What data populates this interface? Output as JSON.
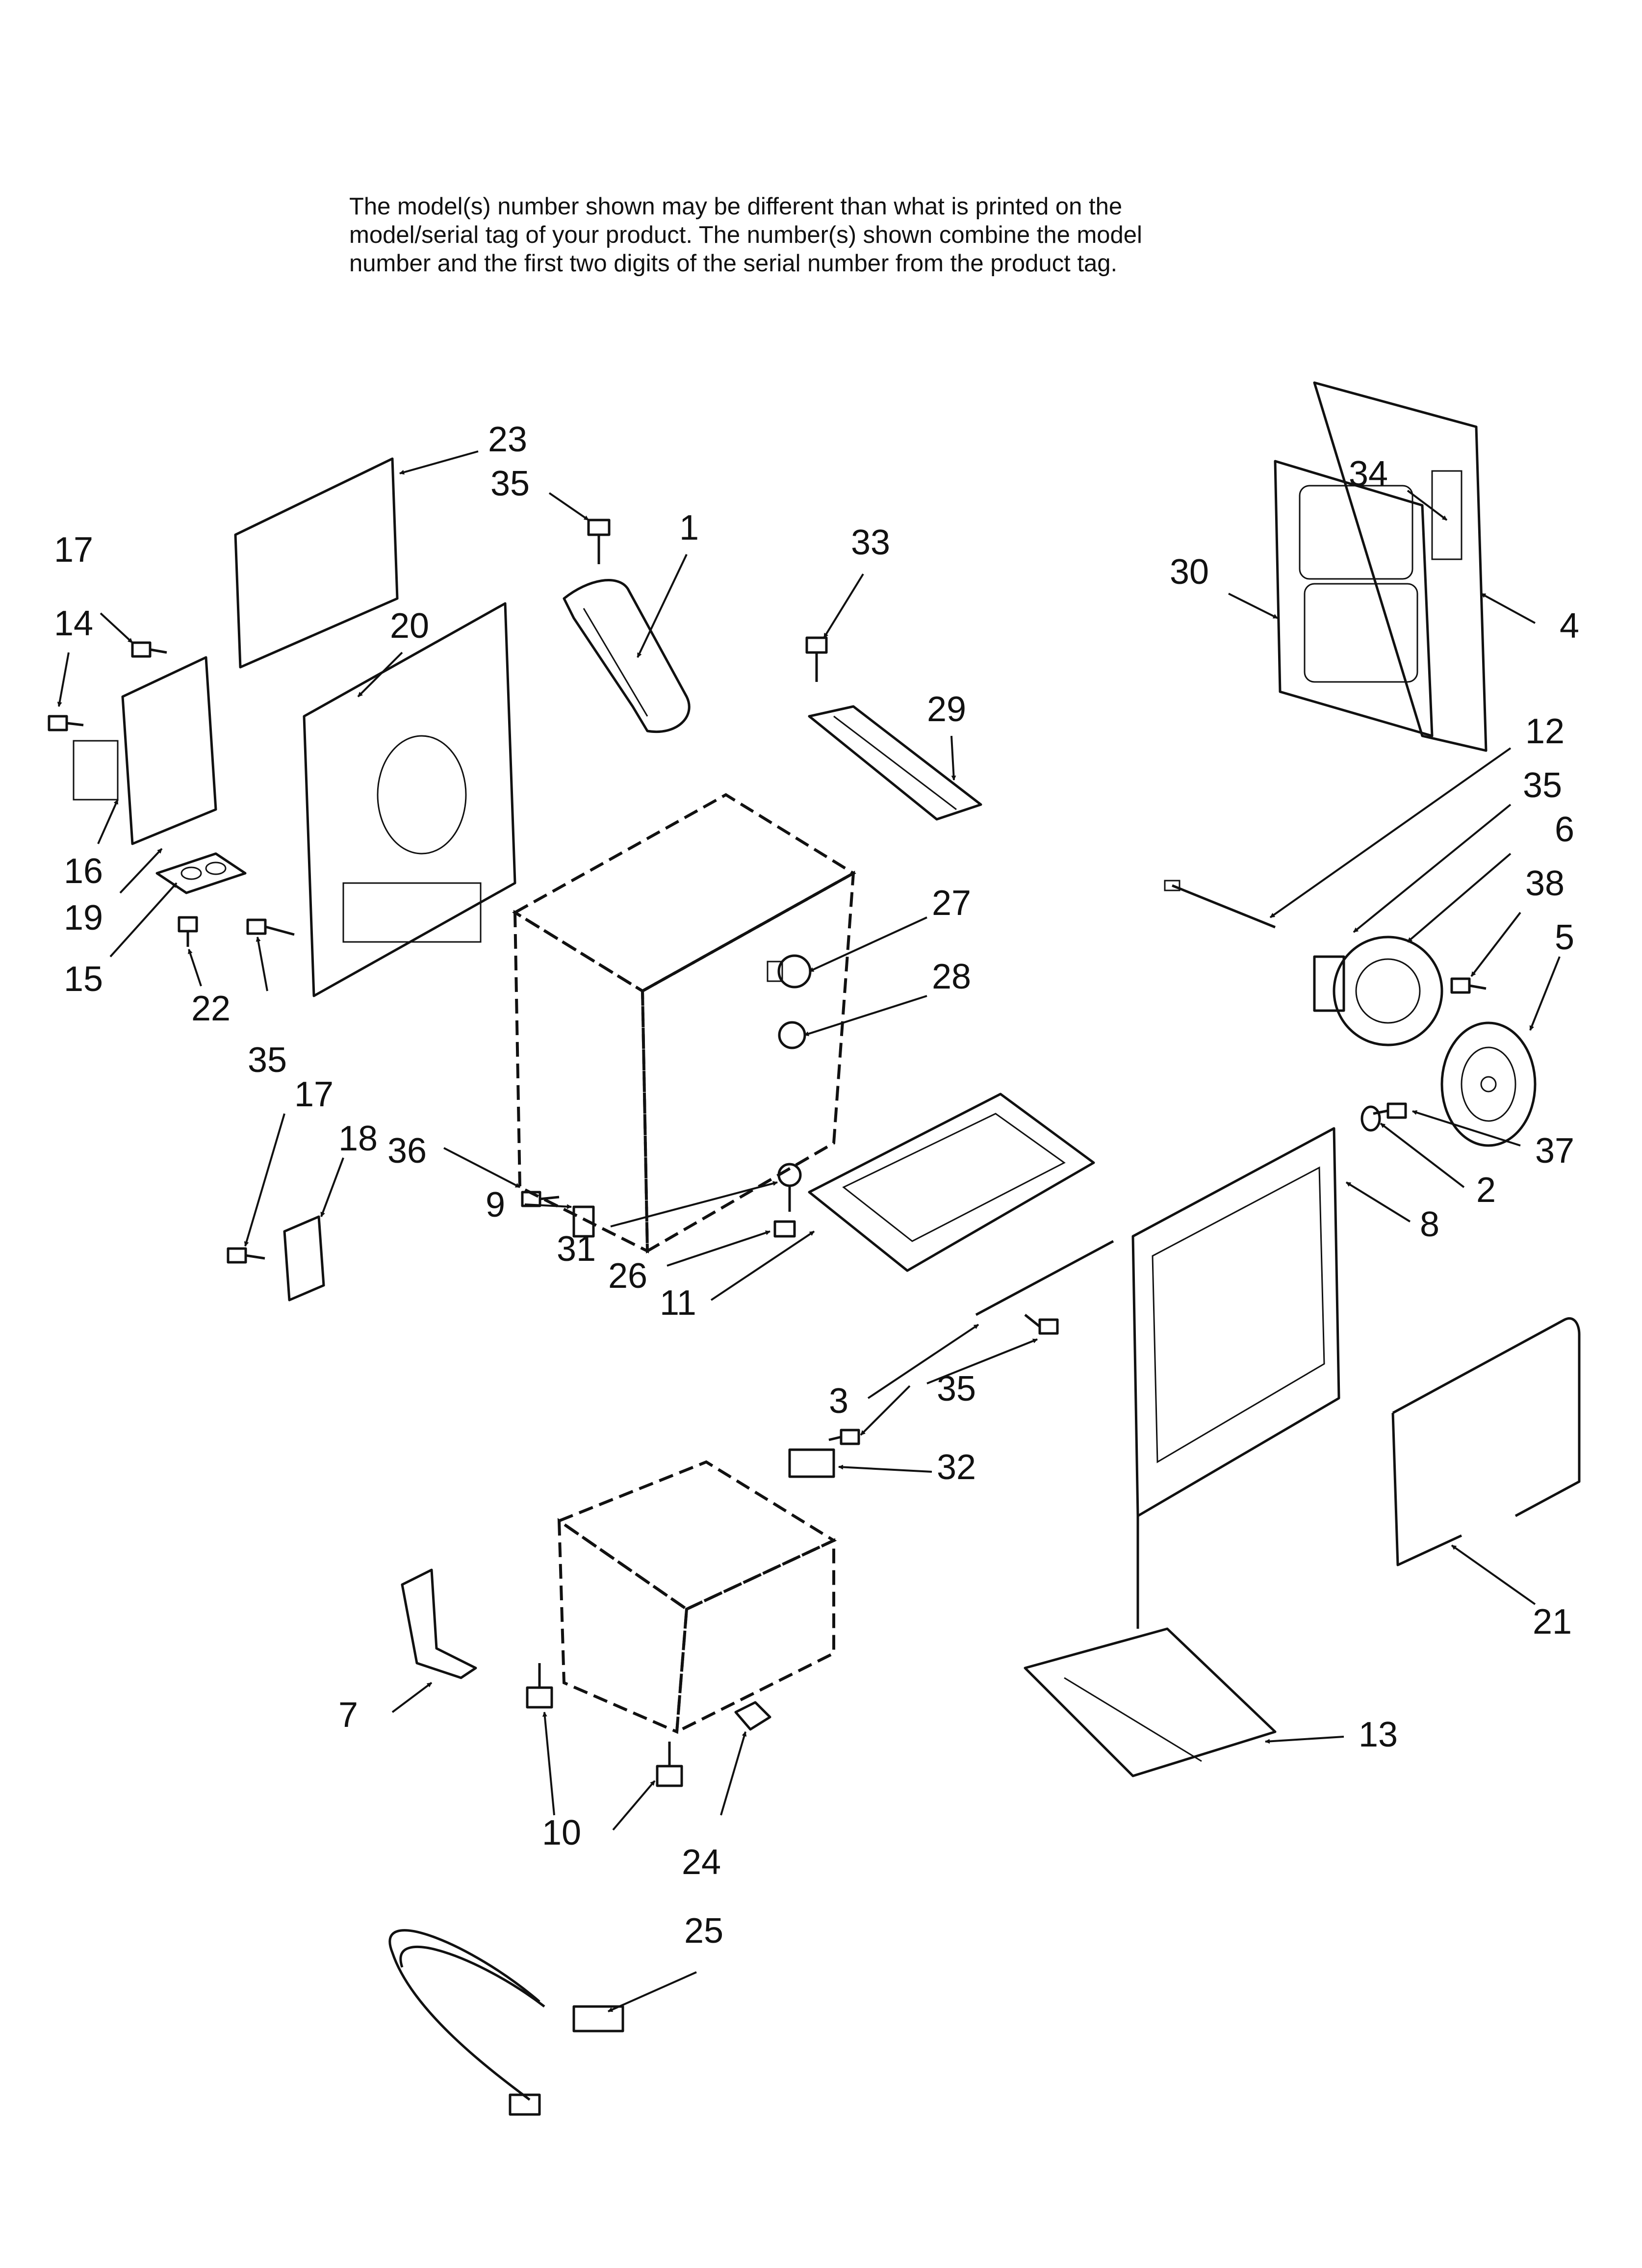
{
  "notice": {
    "line1": "The model(s) number shown may be different than what is printed on the",
    "line2": "model/serial tag of your product. The number(s) shown combine the model",
    "line3": "number and the first two digits of the serial number from the product tag."
  },
  "callouts": [
    {
      "id": "c23",
      "text": "23"
    },
    {
      "id": "c35a",
      "text": "35"
    },
    {
      "id": "c1",
      "text": "1"
    },
    {
      "id": "c33",
      "text": "33"
    },
    {
      "id": "c34",
      "text": "34"
    },
    {
      "id": "c30",
      "text": "30"
    },
    {
      "id": "c4",
      "text": "4"
    },
    {
      "id": "c17a",
      "text": "17"
    },
    {
      "id": "c14",
      "text": "14"
    },
    {
      "id": "c20",
      "text": "20"
    },
    {
      "id": "c29",
      "text": "29"
    },
    {
      "id": "c12",
      "text": "12"
    },
    {
      "id": "c35b",
      "text": "35"
    },
    {
      "id": "c6",
      "text": "6"
    },
    {
      "id": "c38",
      "text": "38"
    },
    {
      "id": "c16",
      "text": "16"
    },
    {
      "id": "c19",
      "text": "19"
    },
    {
      "id": "c15",
      "text": "15"
    },
    {
      "id": "c27",
      "text": "27"
    },
    {
      "id": "c5",
      "text": "5"
    },
    {
      "id": "c28",
      "text": "28"
    },
    {
      "id": "c22",
      "text": "22"
    },
    {
      "id": "c35c",
      "text": "35"
    },
    {
      "id": "c17b",
      "text": "17"
    },
    {
      "id": "c18",
      "text": "18"
    },
    {
      "id": "c36",
      "text": "36"
    },
    {
      "id": "c37",
      "text": "37"
    },
    {
      "id": "c2",
      "text": "2"
    },
    {
      "id": "c9",
      "text": "9"
    },
    {
      "id": "c8",
      "text": "8"
    },
    {
      "id": "c31",
      "text": "31"
    },
    {
      "id": "c26",
      "text": "26"
    },
    {
      "id": "c11",
      "text": "11"
    },
    {
      "id": "c3",
      "text": "3"
    },
    {
      "id": "c35d",
      "text": "35"
    },
    {
      "id": "c32",
      "text": "32"
    },
    {
      "id": "c21",
      "text": "21"
    },
    {
      "id": "c7",
      "text": "7"
    },
    {
      "id": "c13",
      "text": "13"
    },
    {
      "id": "c10",
      "text": "10"
    },
    {
      "id": "c24",
      "text": "24"
    },
    {
      "id": "c25",
      "text": "25"
    }
  ]
}
